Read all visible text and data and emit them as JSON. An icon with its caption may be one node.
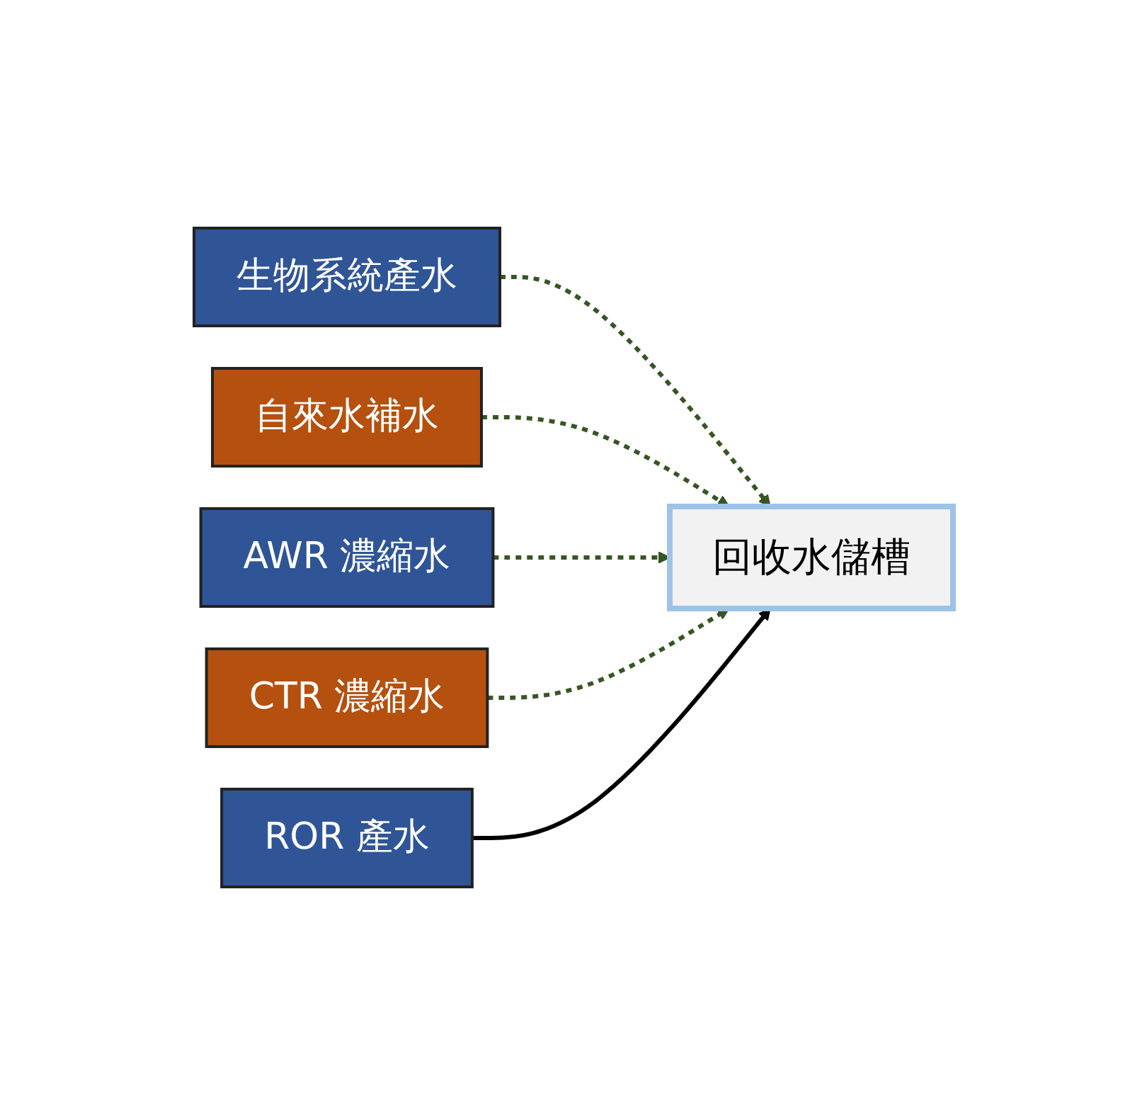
{
  "diagram": {
    "nodes": [
      {
        "text": [
          "自來水補水"
        ]
      },
      {
        "text": [
          "生物系統產水"
        ]
      },
      {
        "text": [
          "AWR 濃縮水"
        ]
      },
      {
        "text": [
          "CTR 濃縮水"
        ]
      },
      {
        "text": [
          "ROR 產水"
        ]
      },
      {
        "text": [
          "回收水儲槽"
        ]
      }
    ],
    "edges": [
      {
        "from": 1,
        "to": 5,
        "arrow": "to",
        "style": "dashed"
      },
      {
        "from": 0,
        "to": 5,
        "arrow": "to",
        "style": "dashed"
      },
      {
        "from": 2,
        "to": 5,
        "arrow": "to",
        "style": "dashed"
      },
      {
        "from": 3,
        "to": 5,
        "arrow": "to",
        "style": "dashed"
      },
      {
        "from": 4,
        "to": 5,
        "arrow": "to",
        "color": "#000000"
      }
    ]
  }
}
